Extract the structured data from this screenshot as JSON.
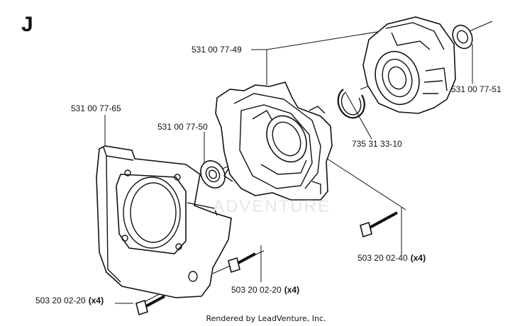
{
  "section_letter": "J",
  "parts": {
    "crankcase_half_a": {
      "number": "531 00 77-49"
    },
    "crankcase_half_b": {
      "number": "531 00 77-51"
    },
    "fan_housing": {
      "number": "531 00 77-65"
    },
    "ball_bearing": {
      "number": "531 00 77-50"
    },
    "circlip": {
      "number": "735 31 33-10"
    },
    "screw_long": {
      "number": "503 20 02-40",
      "qty": "(x4)"
    },
    "screw_short_center": {
      "number": "503 20 02-20",
      "qty": "(x4)"
    },
    "screw_short_bottom": {
      "number": "503 20 02-20",
      "qty": "(x4)"
    }
  },
  "watermark": "ADVENTURE",
  "footer": "Rendered by LeadVenture, Inc."
}
